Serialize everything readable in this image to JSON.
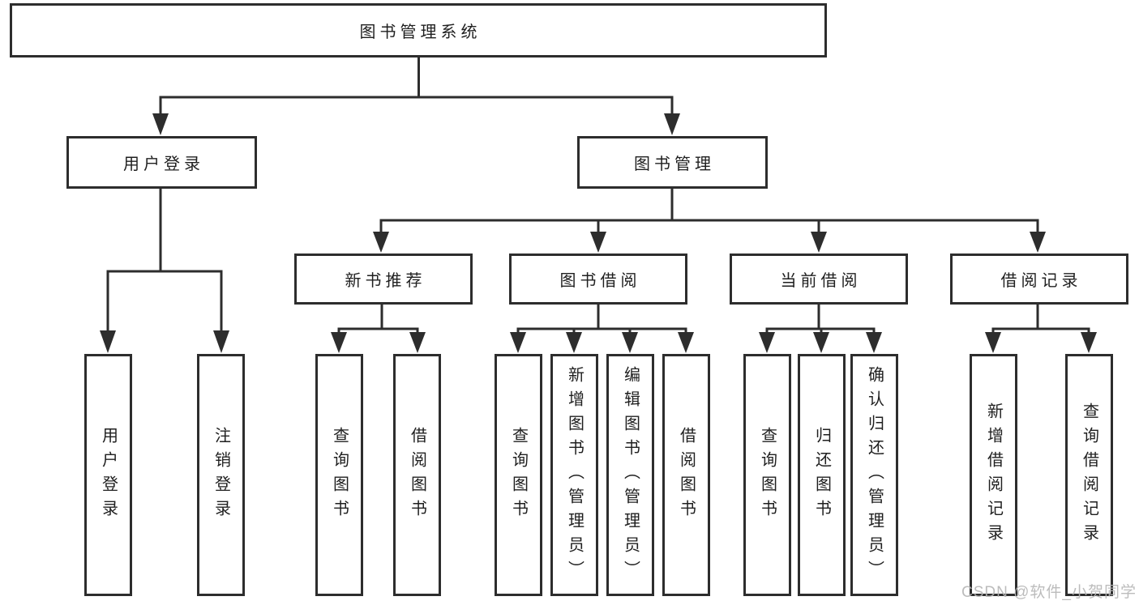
{
  "page": {
    "background": "#ffffff"
  },
  "colors": {
    "line": "#2d2d2d",
    "box_border": "#2d2d2d",
    "text": "#1f1f1f",
    "watermark": "#b5b5b5"
  },
  "watermark": {
    "text": "CSDN @软件_小贺同学"
  },
  "tree": {
    "root": {
      "label": "图书管理系统",
      "children": [
        {
          "label": "用户登录",
          "children": [
            {
              "label": "用户登录"
            },
            {
              "label": "注销登录"
            }
          ]
        },
        {
          "label": "图书管理",
          "children": [
            {
              "label": "新书推荐",
              "children": [
                {
                  "label": "查询图书"
                },
                {
                  "label": "借阅图书"
                }
              ]
            },
            {
              "label": "图书借阅",
              "children": [
                {
                  "label": "查询图书"
                },
                {
                  "label": "新增图书（管理员）"
                },
                {
                  "label": "编辑图书（管理员）"
                },
                {
                  "label": "借阅图书"
                }
              ]
            },
            {
              "label": "当前借阅",
              "children": [
                {
                  "label": "查询图书"
                },
                {
                  "label": "归还图书"
                },
                {
                  "label": "确认归还（管理员）"
                }
              ]
            },
            {
              "label": "借阅记录",
              "children": [
                {
                  "label": "新增借阅记录"
                },
                {
                  "label": "查询借阅记录"
                }
              ]
            }
          ]
        }
      ]
    }
  }
}
